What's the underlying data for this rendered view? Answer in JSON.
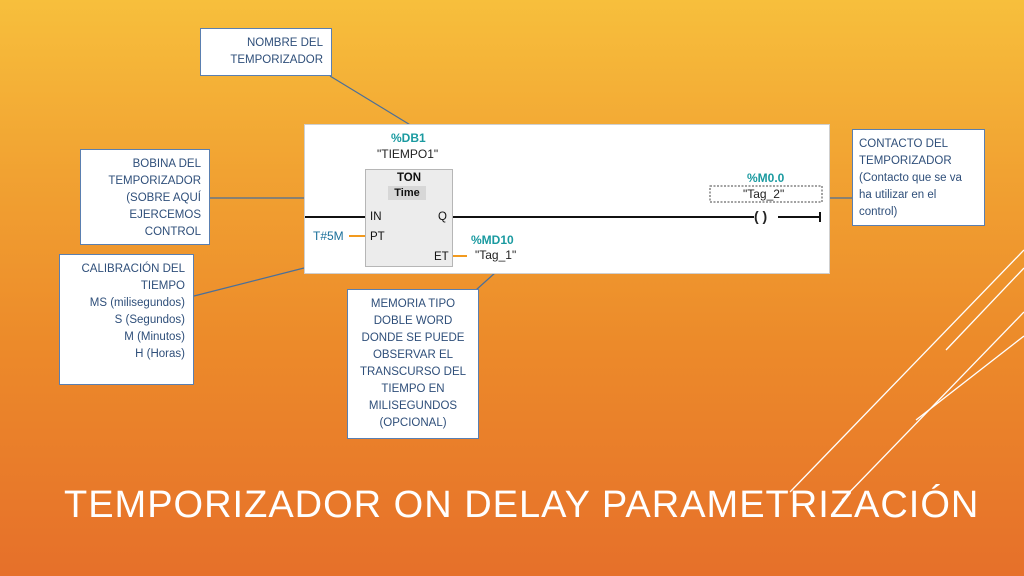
{
  "slide": {
    "title": "TEMPORIZADOR ON DELAY PARAMETRIZACIÓN"
  },
  "callouts": {
    "nombre": [
      "NOMBRE DEL",
      "TEMPORIZADOR"
    ],
    "bobina": [
      "BOBINA DEL",
      "TEMPORIZADOR",
      "(SOBRE AQUÍ",
      "EJERCEMOS",
      "CONTROL"
    ],
    "calibracion": [
      "CALIBRACIÓN DEL",
      "TIEMPO",
      "MS (milisegundos)",
      "S (Segundos)",
      "M (Minutos)",
      "H (Horas)"
    ],
    "memoria": [
      "MEMORIA TIPO",
      "DOBLE WORD",
      "DONDE SE PUEDE",
      "OBSERVAR EL",
      "TRANSCURSO DEL",
      "TIEMPO EN",
      "MILISEGUNDOS",
      "(OPCIONAL)"
    ],
    "contacto": [
      "CONTACTO DEL",
      "TEMPORIZADOR",
      "(Contacto que se va",
      "ha utilizar en el",
      "control)"
    ]
  },
  "ladder": {
    "db_address": "%DB1",
    "db_name": "\"TIEMPO1\"",
    "block_type": "TON",
    "block_subtype": "Time",
    "pin_in": "IN",
    "pin_q": "Q",
    "pin_pt": "PT",
    "pin_et": "ET",
    "pt_value": "T#5M",
    "et_address": "%MD10",
    "et_tag": "\"Tag_1\"",
    "coil_address": "%M0.0",
    "coil_tag": "\"Tag_2\"",
    "coil_symbol": "( )"
  },
  "colors": {
    "accent_teal": "#1a9aa0",
    "wire_orange": "#f29a1e",
    "callout_text": "#2f4f7a"
  }
}
